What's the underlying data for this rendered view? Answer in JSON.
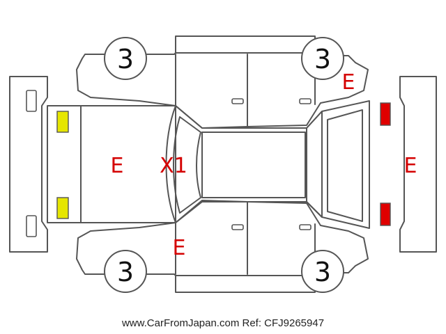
{
  "colors": {
    "line": "#555555",
    "damage_mark": "#d40000",
    "fog_light": "#e6e600",
    "tail_light": "#e00000",
    "tire_text": "#111111"
  },
  "tires": {
    "front_left": "3",
    "rear_left": "3",
    "front_right": "3",
    "rear_right": "3"
  },
  "marks": {
    "hood": "E",
    "windshield": "X1",
    "rear_left_fender": "E",
    "rear_bumper": "E",
    "front_right_fender": "E"
  },
  "footer": {
    "text": "www.CarFromJapan.com Ref: CFJ9265947"
  }
}
